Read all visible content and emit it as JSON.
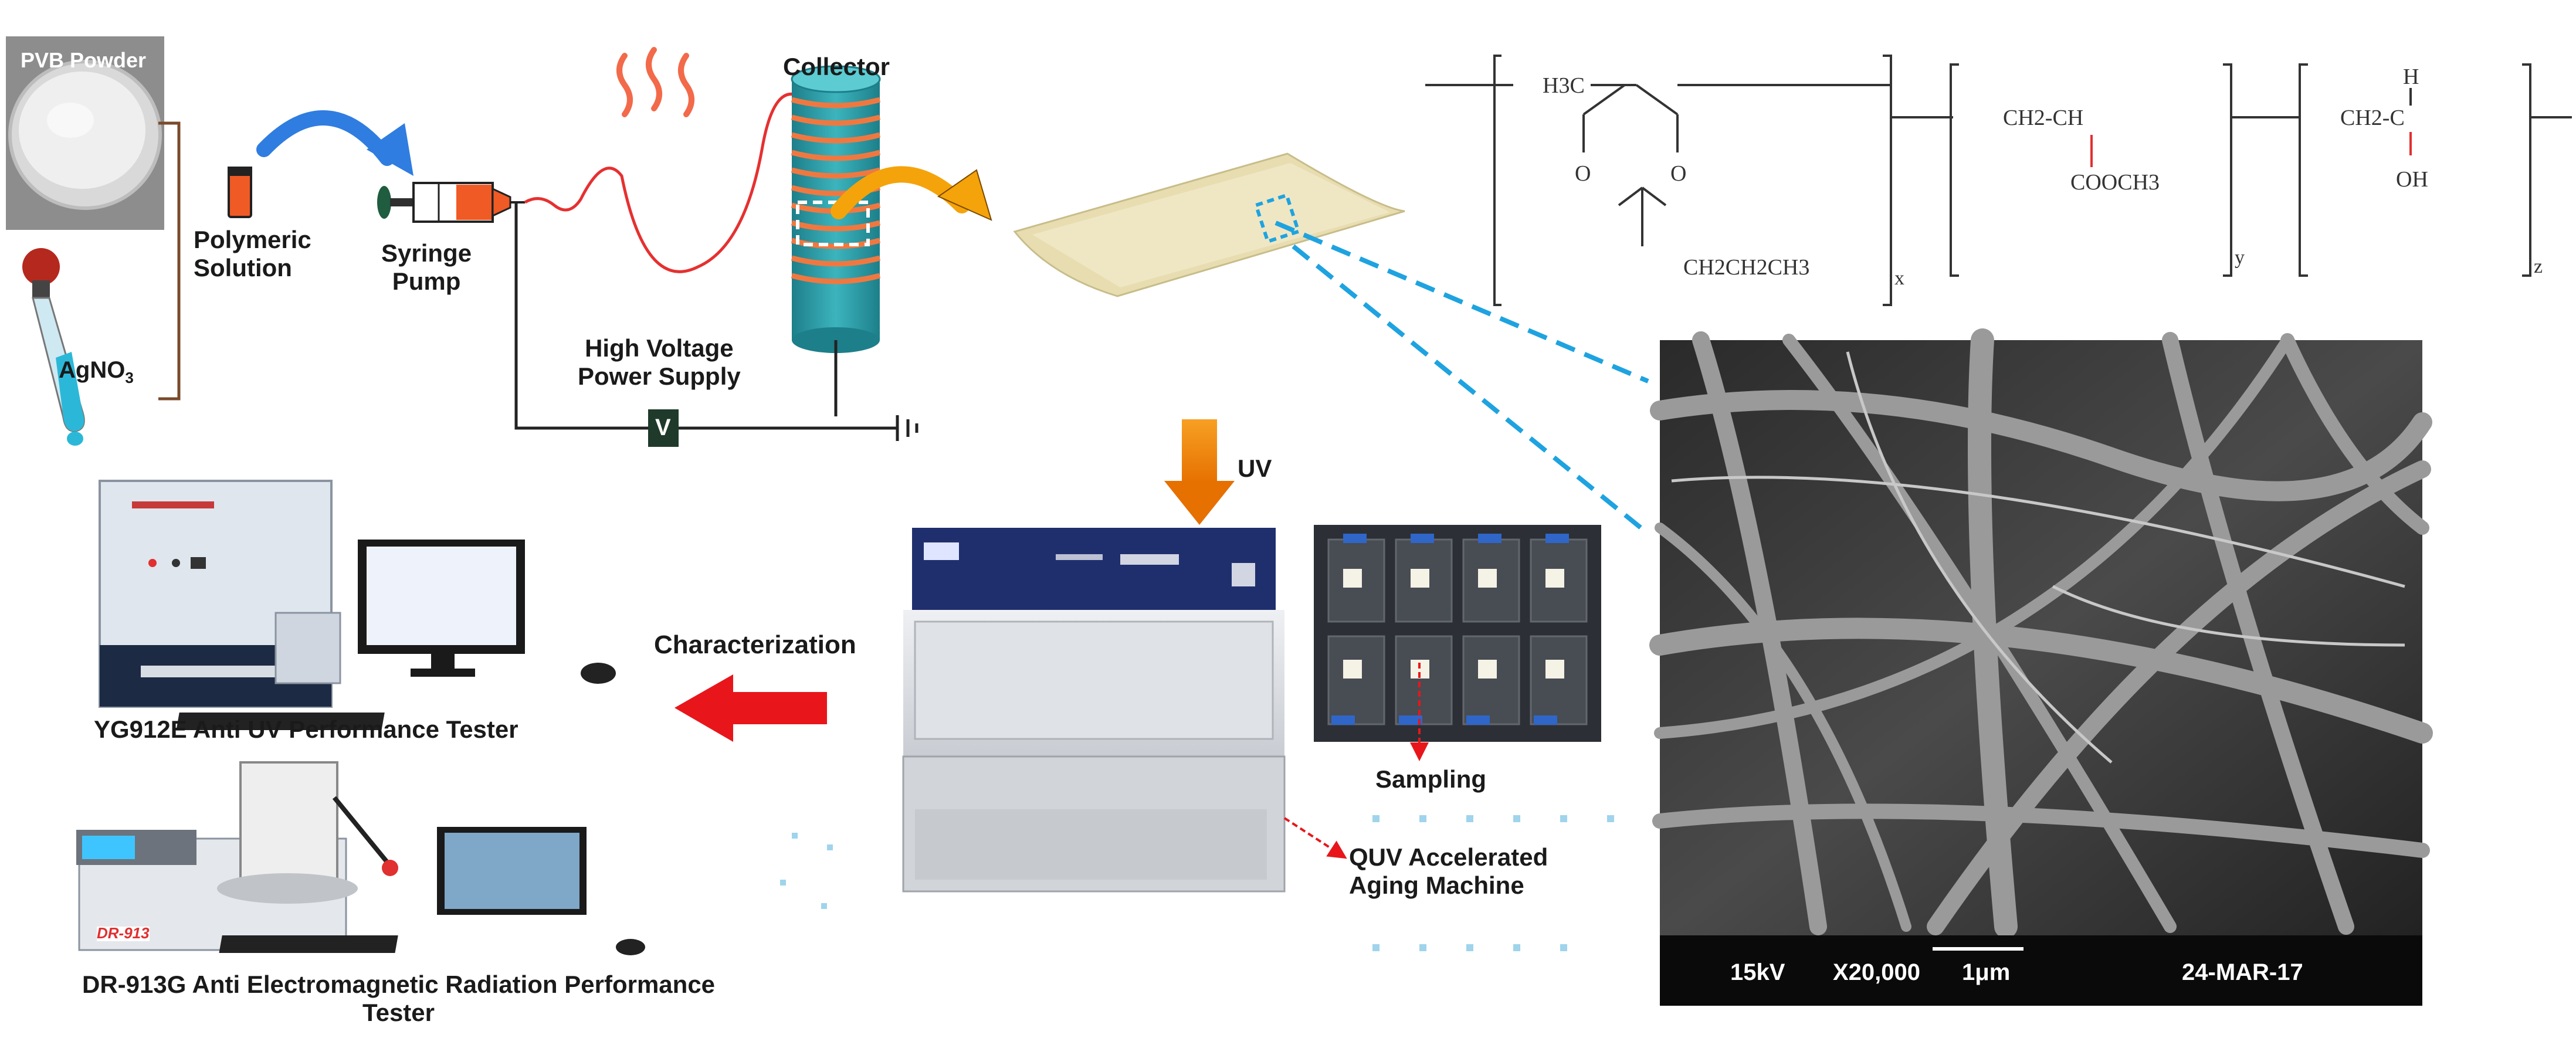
{
  "materials": {
    "pvb_powder_label": "PVB Powder",
    "agno3_label": "AgNO",
    "agno3_subscript": "3",
    "polymeric_solution_label": "Polymeric\nSolution"
  },
  "electrospinning": {
    "syringe_pump_label": "Syringe\nPump",
    "collector_label": "Collector",
    "power_supply_label": "High Voltage\nPower Supply",
    "voltmeter_symbol": "V"
  },
  "pvb_structure": {
    "unit1_h3c": "H3C",
    "unit1_o_left": "O",
    "unit1_o_right": "O",
    "unit1_substituent": "CH2CH2CH3",
    "unit1_subscript": "x",
    "unit2_backbone": "CH2-CH",
    "unit2_substituent": "COOCH3",
    "unit2_subscript": "y",
    "unit3_h": "H",
    "unit3_backbone": "CH2-C",
    "unit3_substituent": "OH",
    "unit3_subscript": "z"
  },
  "sem": {
    "voltage": "15kV",
    "magnification": "X20,000",
    "scale": "1μm",
    "date": "24-MAR-17"
  },
  "aging": {
    "uv_label": "UV",
    "sampling_label": "Sampling",
    "quv_label": "QUV Accelerated\nAging Machine"
  },
  "characterization": {
    "arrow_label": "Characterization",
    "tester1_label": "YG912E Anti UV Performance Tester",
    "tester2_label": "DR-913G Anti Electromagnetic Radiation Performance\nTester",
    "tester2_model": "DR-913"
  },
  "colors": {
    "blue_arrow": "#2f7de0",
    "orange_arrow": "#f08a00",
    "red_arrow": "#e8161b",
    "fiber_line": "#e63030",
    "collector_teal": "#2b9ea8",
    "collector_orange": "#f07840",
    "mat_color": "#e8ddb0",
    "dashed_blue": "#1ea3e0",
    "machine_navy": "#1f2f6e"
  }
}
